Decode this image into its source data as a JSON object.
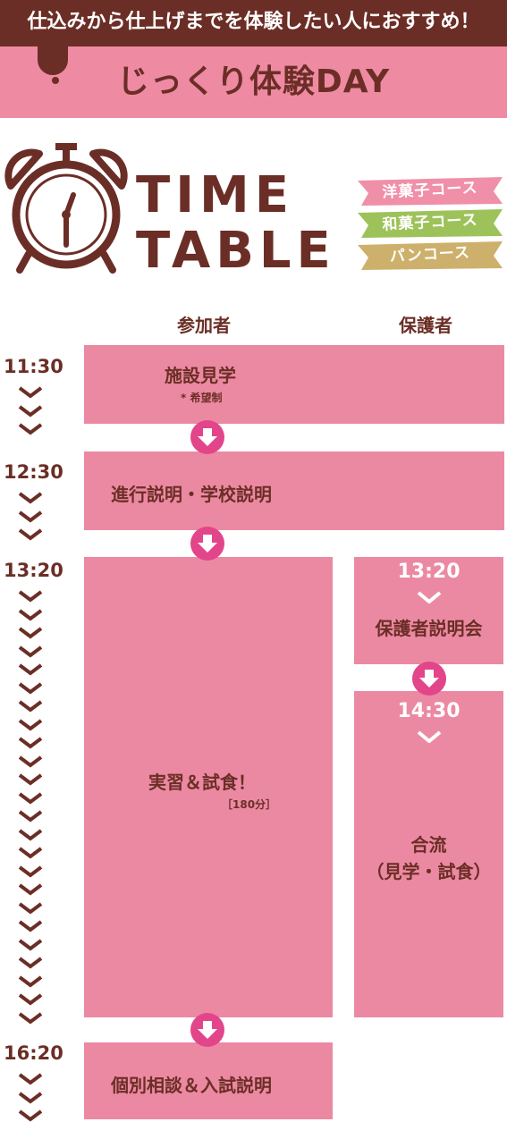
{
  "header": {
    "subtitle": "仕込みから仕上げまでを体験したい人におすすめ！",
    "title": "じっくり体験DAY"
  },
  "timetable": {
    "title_line1": "TIME",
    "title_line2": "TABLE"
  },
  "courses": [
    {
      "label": "洋菓子コース",
      "color": "#f08fa8"
    },
    {
      "label": "和菓子コース",
      "color": "#9ec25a"
    },
    {
      "label": "パンコース",
      "color": "#cdb06b"
    }
  ],
  "columns": {
    "participant": "参加者",
    "guardian": "保護者"
  },
  "times": [
    "11:30",
    "12:30",
    "13:20",
    "16:20"
  ],
  "blocks": {
    "tour": {
      "label": "施設見学",
      "note": "* 希望制"
    },
    "briefing": {
      "label": "進行説明・学校説明"
    },
    "practice": {
      "label": "実習＆試食！",
      "note": "［180分］"
    },
    "consult": {
      "label": "個別相談＆入試説明"
    }
  },
  "guardian_blocks": {
    "session1": {
      "time": "13:20",
      "label": "保護者説明会"
    },
    "session2": {
      "time": "14:30",
      "label_line1": "合流",
      "label_line2": "（見学・試食）"
    }
  },
  "colors": {
    "brown": "#6b2e26",
    "pink": "#ec89a2",
    "magenta": "#e3458a"
  }
}
